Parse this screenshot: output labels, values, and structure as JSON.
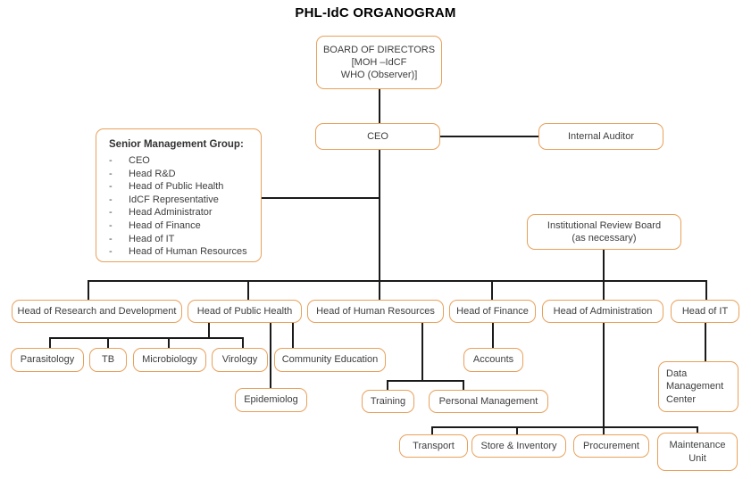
{
  "title": "PHL-IdC ORGANOGRAM",
  "colors": {
    "box_border": "#E8A05A",
    "line": "#1A1A1A",
    "text": "#3D3D3D",
    "title_text": "#000000"
  },
  "nodes": {
    "board_of_directors": {
      "lines": [
        "BOARD OF DIRECTORS",
        "[MOH –IdCF",
        "WHO (Observer)]"
      ]
    },
    "ceo": {
      "label": "CEO"
    },
    "internal_auditor": {
      "label": "Internal Auditor"
    },
    "senior_management_group": {
      "heading": "Senior Management Group:",
      "bullet": "-",
      "items": [
        "CEO",
        "Head R&D",
        "Head of Public Health",
        "IdCF Representative",
        "Head Administrator",
        "Head of Finance",
        "Head of IT",
        "Head of Human Resources"
      ]
    },
    "institutional_review_board": {
      "lines": [
        "Institutional Review Board",
        "(as necessary)"
      ]
    },
    "head_research_development": {
      "label": "Head of Research and Development"
    },
    "head_public_health": {
      "label": "Head of Public Health"
    },
    "head_human_resources": {
      "label": "Head of Human Resources"
    },
    "head_finance": {
      "label": "Head of Finance"
    },
    "head_administration": {
      "label": "Head of Administration"
    },
    "head_it": {
      "label": "Head of IT"
    },
    "parasitology": {
      "label": "Parasitology"
    },
    "tb": {
      "label": "TB"
    },
    "microbiology": {
      "label": "Microbiology"
    },
    "virology": {
      "label": "Virology"
    },
    "community_education": {
      "label": "Community Education"
    },
    "epidemiolog": {
      "label": "Epidemiolog"
    },
    "accounts": {
      "label": "Accounts"
    },
    "training": {
      "label": "Training"
    },
    "personal_management": {
      "label": "Personal Management"
    },
    "data_management_center": {
      "lines": [
        "Data",
        "Management",
        "Center"
      ]
    },
    "transport": {
      "label": "Transport"
    },
    "store_inventory": {
      "label": "Store & Inventory"
    },
    "procurement": {
      "label": "Procurement"
    },
    "maintenance_unit": {
      "lines": [
        "Maintenance",
        "Unit"
      ]
    }
  }
}
